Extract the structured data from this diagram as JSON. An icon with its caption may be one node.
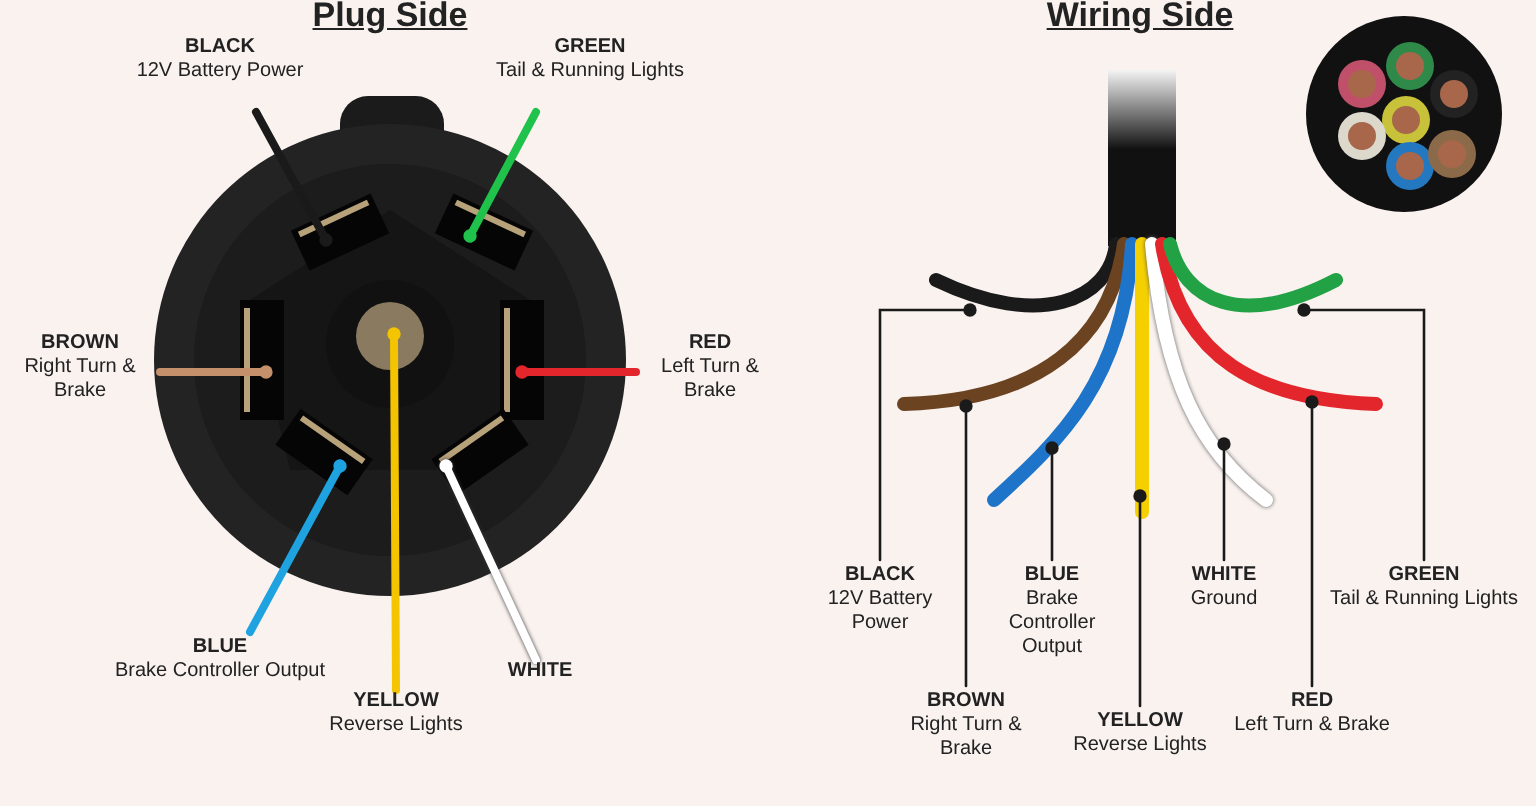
{
  "diagram": {
    "nodes": [
      {
        "text": [
          "BLACK",
          "12V Battery Power"
        ]
      },
      {
        "text": [
          "GREEN",
          "Tail & Running Lights"
        ]
      },
      {
        "text": [
          "BROWN",
          "Right Turn & Brake"
        ]
      },
      {
        "text": [
          "RED",
          "Left Turn & Brake"
        ]
      },
      {
        "text": [
          "BLUE",
          "Brake Controller Output"
        ]
      },
      {
        "text": [
          "WHITE"
        ]
      },
      {
        "text": [
          "YELLOW",
          "Reverse Lights"
        ]
      },
      {
        "text": [
          "BLACK",
          "12V Battery Power"
        ]
      },
      {
        "text": [
          "BLUE",
          "Brake Controller Output"
        ]
      },
      {
        "text": [
          "WHITE",
          "Ground"
        ]
      },
      {
        "text": [
          "GREEN",
          "Tail & Running Lights"
        ]
      },
      {
        "text": [
          "BROWN",
          "Right Turn & Brake"
        ]
      },
      {
        "text": [
          "YELLOW",
          "Reverse Lights"
        ]
      },
      {
        "text": [
          "RED",
          "Left Turn & Brake"
        ]
      }
    ],
    "edges": [
      {
        "from": 0,
        "to": null,
        "arrow": "other",
        "style": "thick"
      },
      {
        "from": 1,
        "to": null,
        "arrow": "other",
        "color": "#1fc24a",
        "style": "thick"
      },
      {
        "from": 2,
        "to": null,
        "arrow": "other",
        "color": "#c4906c",
        "style": "thick"
      },
      {
        "from": 3,
        "to": null,
        "arrow": "other",
        "color": "#e3262b",
        "style": "thick"
      },
      {
        "from": 4,
        "to": null,
        "arrow": "other",
        "color": "#1ea3e0",
        "style": "thick"
      },
      {
        "from": 5,
        "to": null,
        "arrow": "other",
        "color": "#ffffff",
        "style": "thick"
      },
      {
        "from": 6,
        "to": null,
        "arrow": "other",
        "color": "#f5c400",
        "style": "thick"
      },
      {
        "from": 7,
        "to": null,
        "arrow": "other"
      },
      {
        "from": 8,
        "to": null,
        "arrow": "other"
      },
      {
        "from": 9,
        "to": null,
        "arrow": "other"
      },
      {
        "from": 10,
        "to": null,
        "arrow": "other"
      },
      {
        "from": 11,
        "to": null,
        "arrow": "other"
      },
      {
        "from": 12,
        "to": null,
        "arrow": "other"
      },
      {
        "from": 13,
        "to": null,
        "arrow": "other"
      }
    ],
    "labels": [
      "Plug Side",
      "Wiring Side"
    ]
  }
}
